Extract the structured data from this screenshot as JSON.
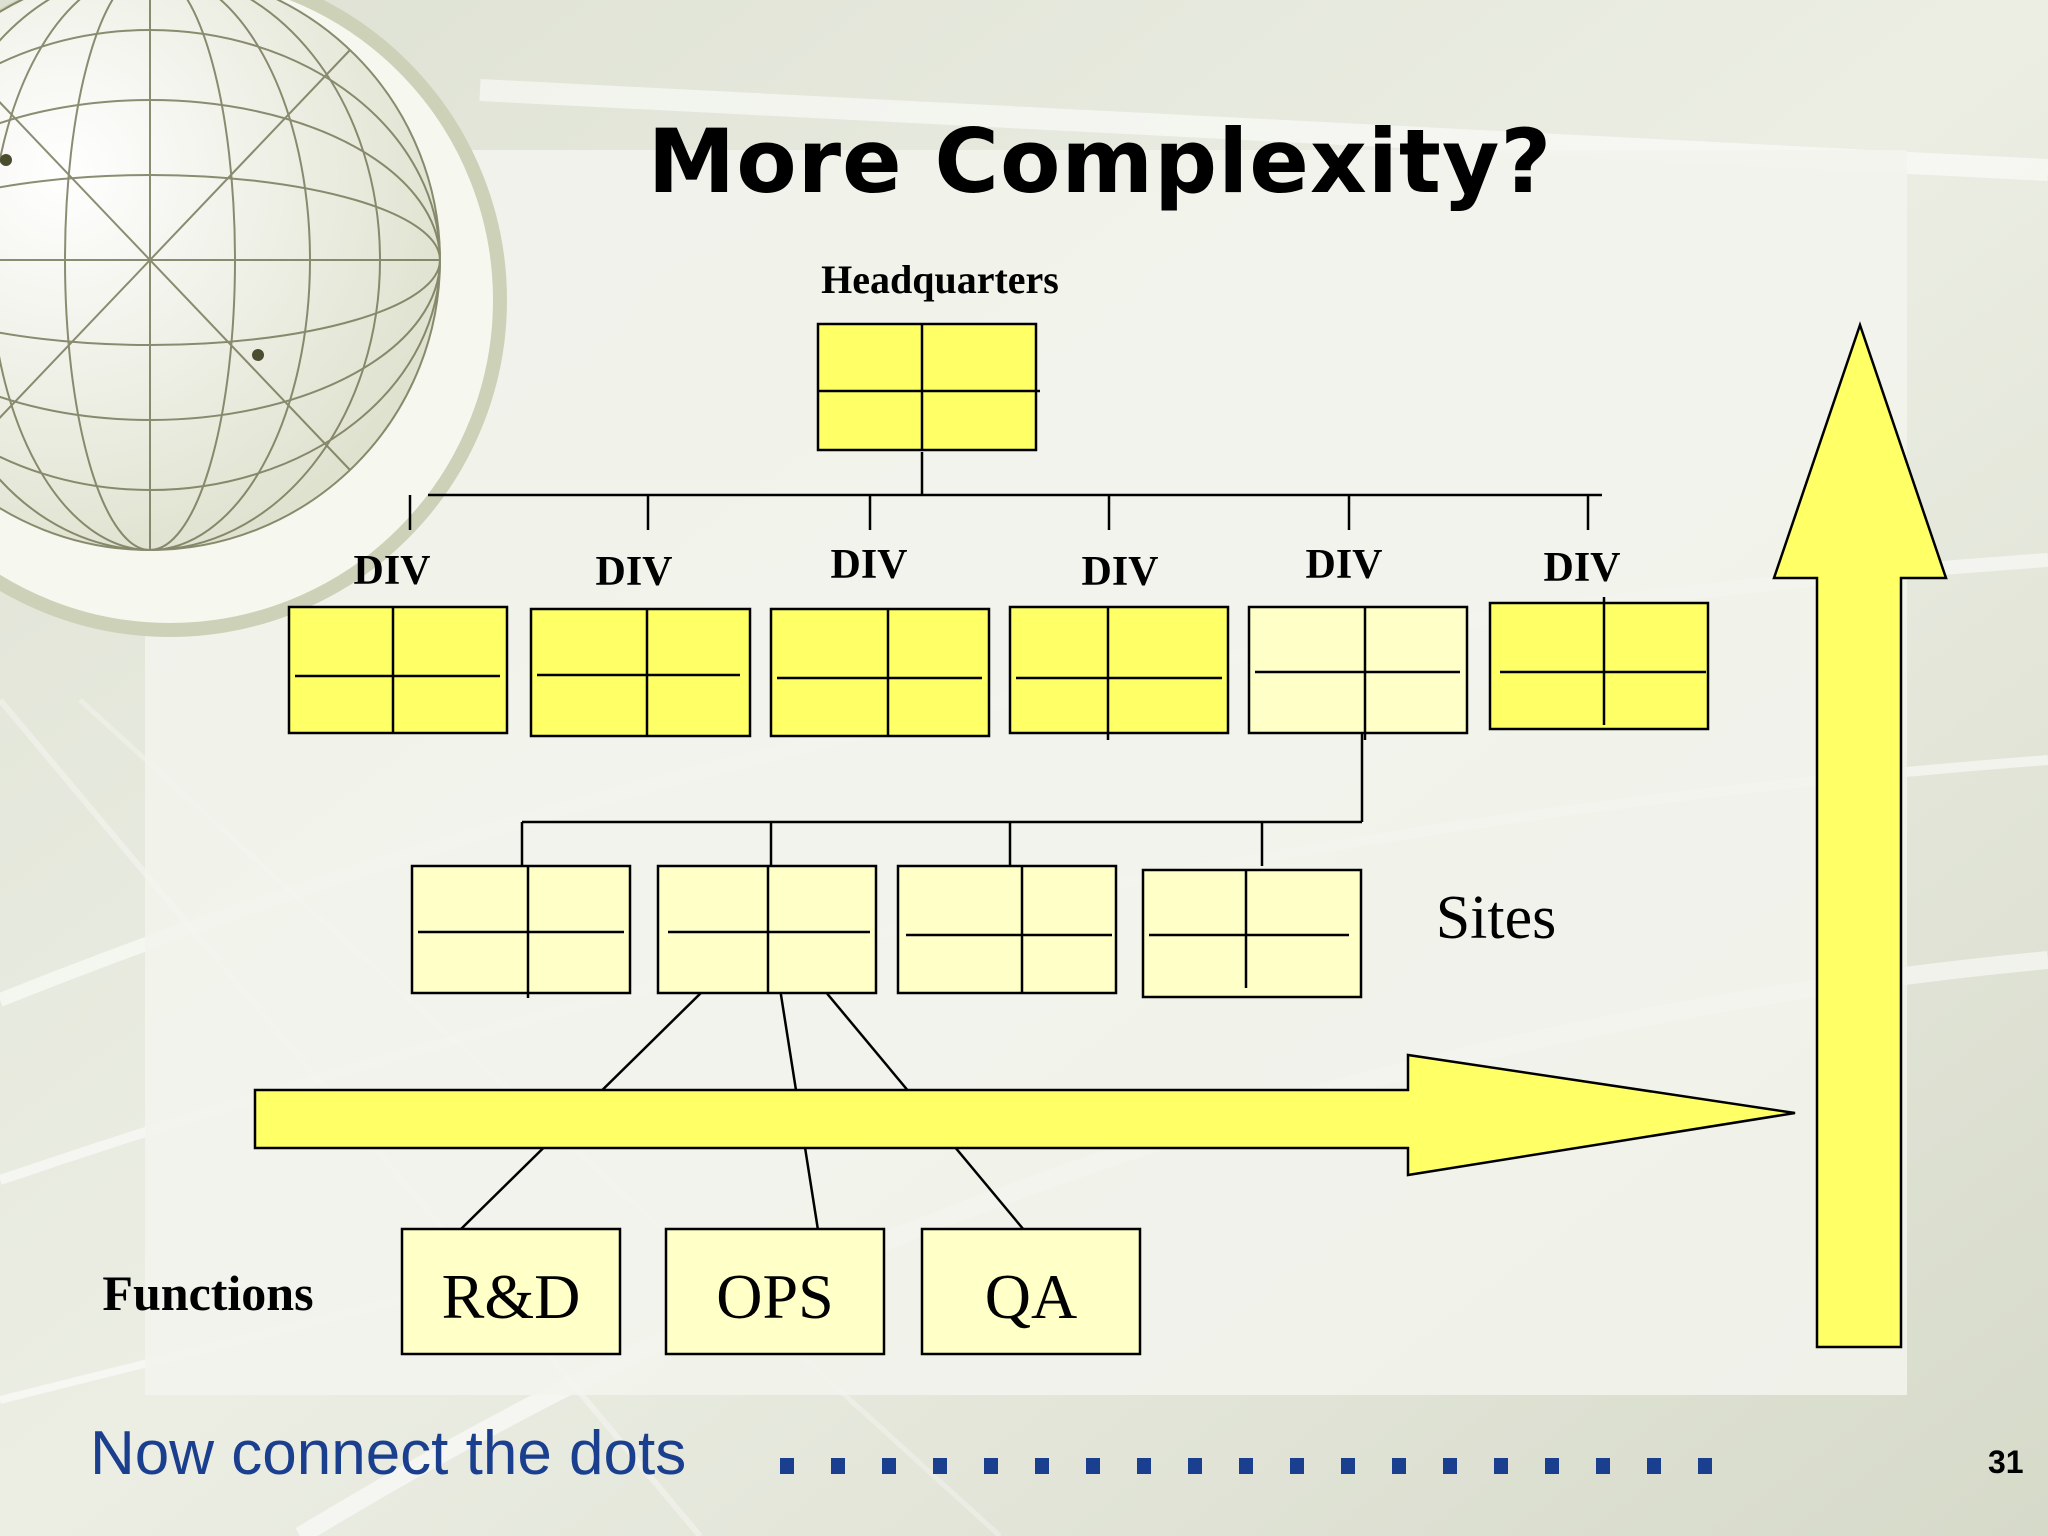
{
  "slide": {
    "title": "More Complexity?",
    "footer_text": "Now connect the dots",
    "page_number": "31"
  },
  "diagram": {
    "headquarters_label": "Headquarters",
    "division_label": "DIV",
    "divisions": [
      "DIV",
      "DIV",
      "DIV",
      "DIV",
      "DIV",
      "DIV"
    ],
    "sites_label": "Sites",
    "functions_label": "Functions",
    "functions": [
      "R&D",
      "OPS",
      "QA"
    ]
  },
  "colors": {
    "box_yellow": "#ffff66",
    "box_pale": "#ffffc8",
    "arrow_yellow": "#ffff66",
    "footer_blue": "#1b3f8f",
    "background": "#e4e7da"
  }
}
